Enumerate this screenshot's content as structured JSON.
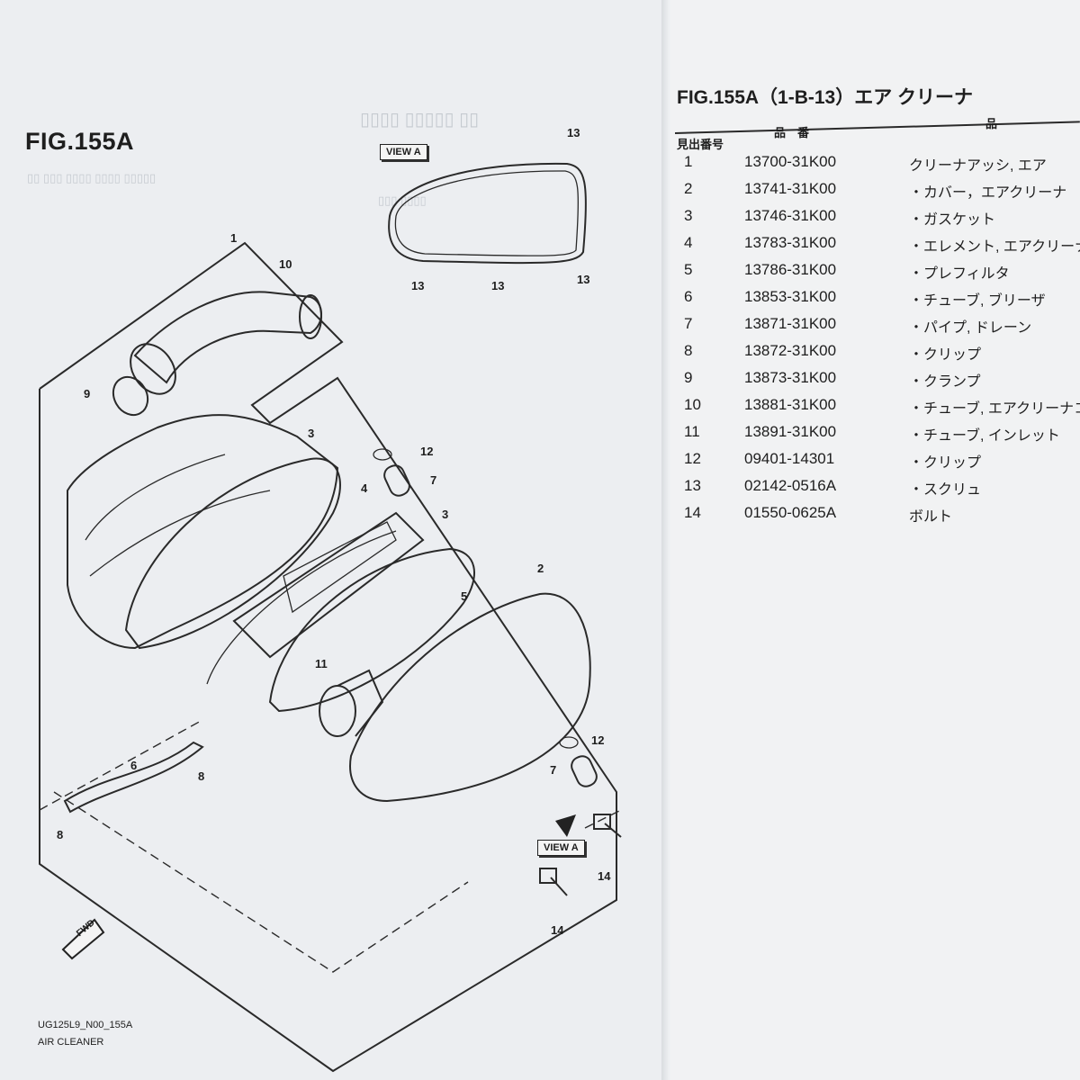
{
  "left_page": {
    "fig_title": "FIG.155A",
    "footer_code": "UG125L9_N00_155A",
    "footer_name": "AIR CLEANER",
    "view_label_top": "VIEW A",
    "view_label_bottom": "VIEW A",
    "fwd_label": "FWD",
    "callouts": [
      "1",
      "10",
      "9",
      "3",
      "12",
      "7",
      "4",
      "3",
      "5",
      "2",
      "11",
      "12",
      "7",
      "6",
      "8",
      "8",
      "14",
      "14",
      "13",
      "13",
      "13",
      "13"
    ]
  },
  "right_page": {
    "title": "FIG.155A（1-B-13）エア クリーナ",
    "header_ref": "見出番号",
    "header_part": "品　番",
    "header_name": "品",
    "rows": [
      {
        "no": "1",
        "part": "13700-31K00",
        "name": "クリーナアッシ, エア"
      },
      {
        "no": "2",
        "part": "13741-31K00",
        "name": "・カバー，エアクリーナ"
      },
      {
        "no": "3",
        "part": "13746-31K00",
        "name": "・ガスケット"
      },
      {
        "no": "4",
        "part": "13783-31K00",
        "name": "・エレメント, エアクリーナ"
      },
      {
        "no": "5",
        "part": "13786-31K00",
        "name": "・プレフィルタ"
      },
      {
        "no": "6",
        "part": "13853-31K00",
        "name": "・チューブ, ブリーザ"
      },
      {
        "no": "7",
        "part": "13871-31K00",
        "name": "・パイプ, ドレーン"
      },
      {
        "no": "8",
        "part": "13872-31K00",
        "name": "・クリップ"
      },
      {
        "no": "9",
        "part": "13873-31K00",
        "name": "・クランプ"
      },
      {
        "no": "10",
        "part": "13881-31K00",
        "name": "・チューブ, エアクリーナコネ"
      },
      {
        "no": "11",
        "part": "13891-31K00",
        "name": "・チューブ, インレット"
      },
      {
        "no": "12",
        "part": "09401-14301",
        "name": "・クリップ"
      },
      {
        "no": "13",
        "part": "02142-0516A",
        "name": "・スクリュ"
      },
      {
        "no": "14",
        "part": "01550-0625A",
        "name": "ボルト"
      }
    ]
  },
  "colors": {
    "ink": "#1e1e1e",
    "paper": "#eceef1",
    "ghost": "#b9bec5"
  }
}
